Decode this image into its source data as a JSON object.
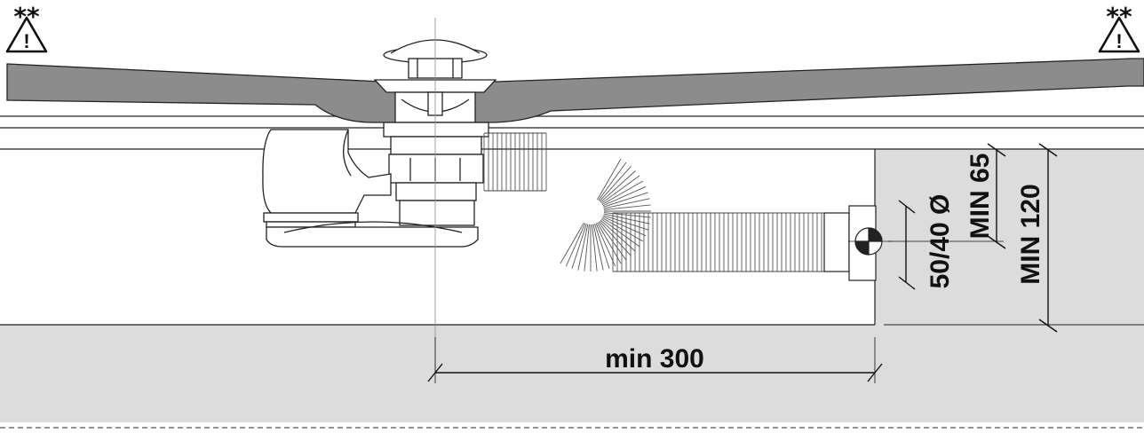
{
  "warnings": {
    "left": {
      "stars": "**",
      "icon": "warning-triangle-icon",
      "mark": "!"
    },
    "right": {
      "stars": "**",
      "icon": "warning-triangle-icon",
      "mark": "!"
    }
  },
  "dimensions": {
    "horizontal_min": "min 300",
    "pipe_diameter": "50/40 Ø",
    "min_height_small": "MIN 65",
    "min_height_large": "MIN 120"
  },
  "colors": {
    "tray": "#8c8c8c",
    "floor": "#dcdcdc",
    "line": "#222222",
    "dimension": "#111111"
  }
}
